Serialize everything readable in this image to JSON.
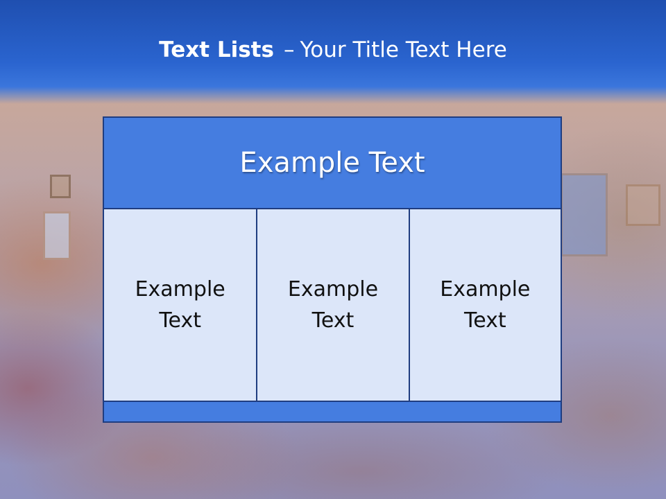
{
  "slide": {
    "title_bold": "Text Lists",
    "title_separator": "–",
    "title_rest": "Your Title Text Here"
  },
  "table": {
    "header": "Example Text",
    "cells": [
      "Example Text",
      "Example Text",
      "Example Text"
    ]
  },
  "colors": {
    "header_band": "#2a64cf",
    "table_header": "#457de0",
    "cell_fill": "#dce6f9",
    "border": "#1f3d80"
  }
}
